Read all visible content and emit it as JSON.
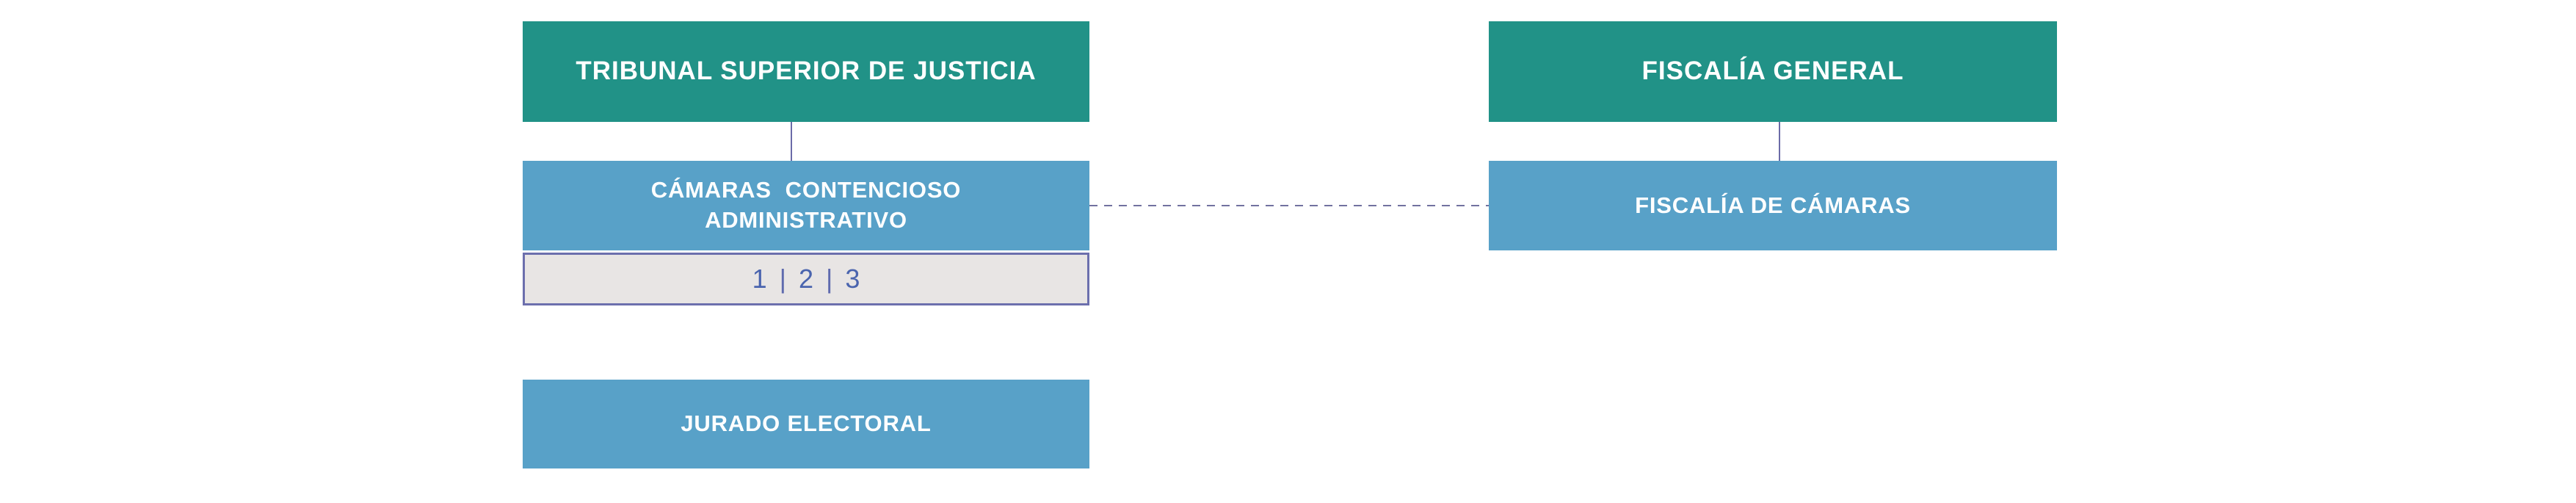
{
  "nodes": {
    "tribunal": {
      "label": "TRIBUNAL SUPERIOR DE JUSTICIA",
      "level": "primary"
    },
    "fiscalia_general": {
      "label": "FISCALÍA GENERAL",
      "level": "primary"
    },
    "camaras": {
      "label": "CÁMARAS  CONTENCIOSO\nADMINISTRATIVO",
      "level": "secondary"
    },
    "fiscalia_camaras": {
      "label": "FISCALÍA DE CÁMARAS",
      "level": "secondary"
    },
    "jurado": {
      "label": "JURADO ELECTORAL",
      "level": "secondary"
    }
  },
  "pager": {
    "items": [
      "1",
      "2",
      "3"
    ],
    "separator": "|"
  },
  "connections": {
    "solid_1": "tribunal → camaras",
    "solid_2": "fiscalia_general → fiscalia_camaras",
    "dashed_1": "camaras ⇢ fiscalia_camaras"
  },
  "colors": {
    "primary_box": "#219287",
    "secondary_box": "#58A1C8",
    "box_text": "#FFFFFF",
    "pager_background": "#E8E5E4",
    "pager_border": "#6C6FAD",
    "pager_text": "#4A64AE",
    "connector": "#6B6BA8",
    "dashed_connector": "#71719F",
    "page_background": "#FFFFFF"
  }
}
